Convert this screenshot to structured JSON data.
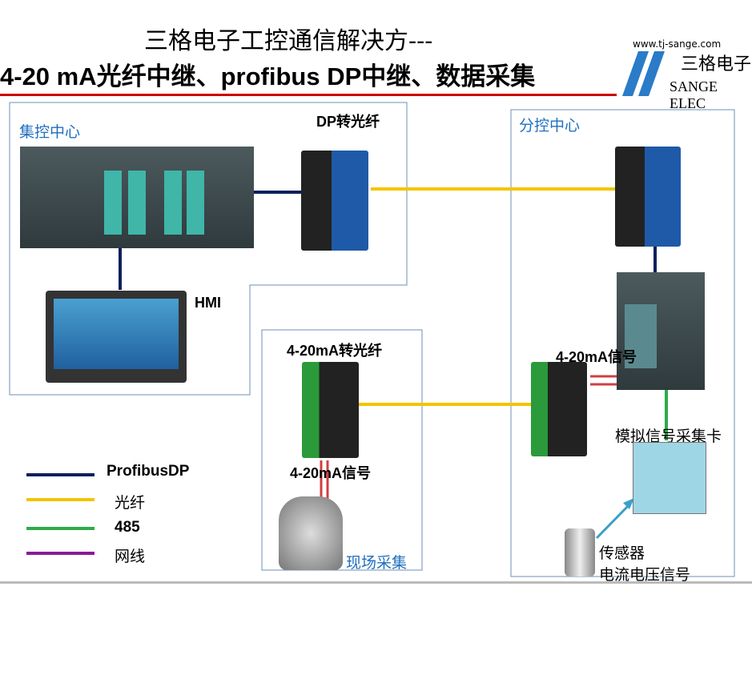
{
  "header": {
    "title_line1": "三格电子工控通信解决方---",
    "title_line2": "4-20 mA光纤中继、profibus DP中继、数据采集",
    "website": "www.tj-sange.com",
    "logo_cn": "三格电子",
    "logo_en": "SANGE ELEC"
  },
  "zones": {
    "central": "集控中心",
    "branch": "分控中心",
    "field": "现场采集"
  },
  "labels": {
    "dp_fiber": "DP转光纤",
    "hmi": "HMI",
    "ma_fiber": "4-20mA转光纤",
    "ma_signal_field": "4-20mA信号",
    "ma_signal_branch": "4-20mA信号",
    "acq_card": "模拟信号采集卡",
    "sensor": "传感器",
    "sensor_signal": "电流电压信号"
  },
  "legend": [
    {
      "label": "ProfibusDP",
      "color": "#0d1f5c"
    },
    {
      "label": "光纤",
      "color": "#f5c400"
    },
    {
      "label": "485",
      "color": "#2eaa4a"
    },
    {
      "label": "网线",
      "color": "#8a1a9a"
    }
  ]
}
